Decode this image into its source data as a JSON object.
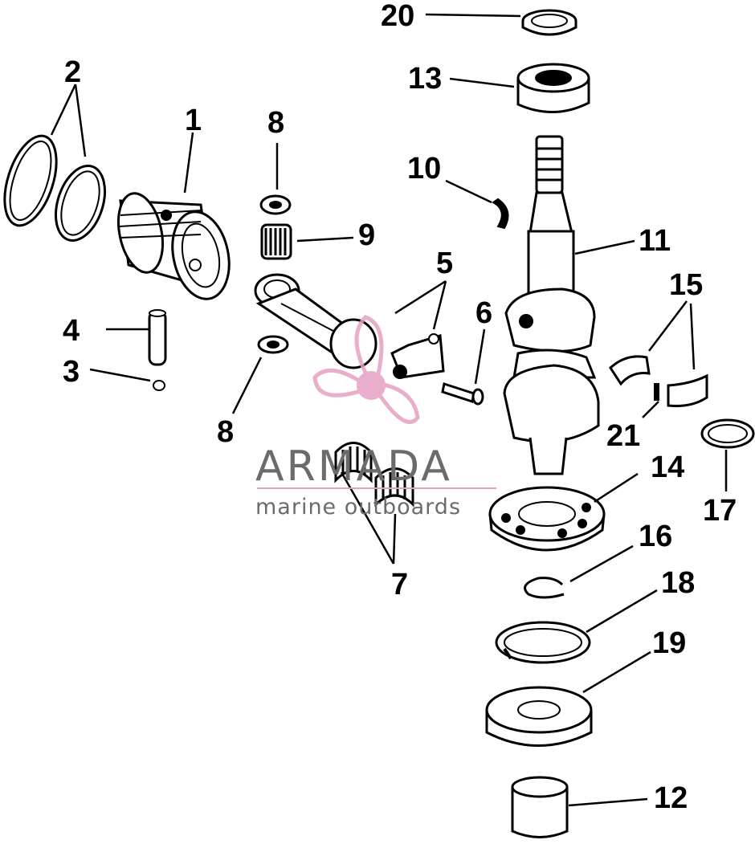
{
  "callouts": {
    "c1": "1",
    "c2": "2",
    "c3": "3",
    "c4": "4",
    "c5": "5",
    "c6": "6",
    "c7": "7",
    "c8a": "8",
    "c8b": "8",
    "c9": "9",
    "c10": "10",
    "c11": "11",
    "c12": "12",
    "c13": "13",
    "c14": "14",
    "c15": "15",
    "c16": "16",
    "c17": "17",
    "c18": "18",
    "c19": "19",
    "c20": "20",
    "c21": "21"
  },
  "watermark": {
    "brand": "ARMADA",
    "tagline": "marine outboards",
    "accent_color": "#e6a0c4",
    "text_color": "#6b6b6b"
  },
  "colors": {
    "line": "#000000",
    "background": "#ffffff"
  }
}
